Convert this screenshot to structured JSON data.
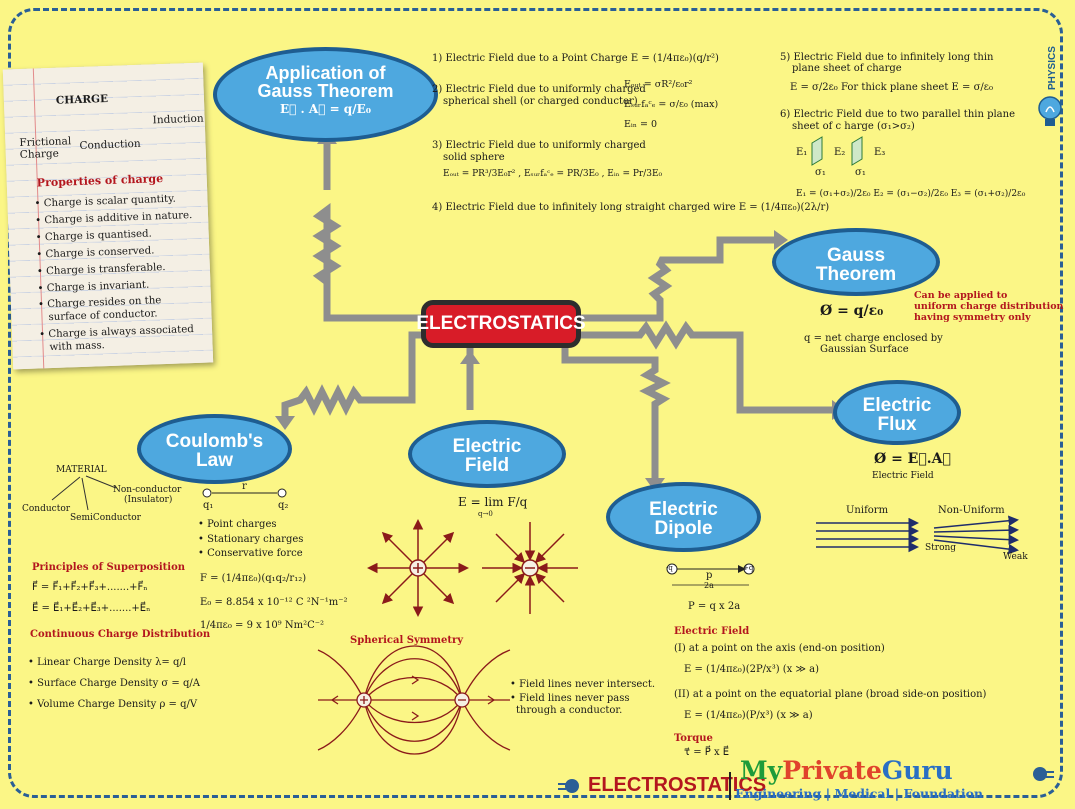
{
  "title": "ELECTROSTATICS",
  "side_label": "PHYSICS",
  "nodes": {
    "gauss_application": {
      "line1": "Application of",
      "line2": "Gauss Theorem",
      "formula": "E⃗ . A⃗ = q/E₀"
    },
    "gauss_theorem": {
      "line1": "Gauss",
      "line2": "Theorem"
    },
    "electric_flux": {
      "line1": "Electric",
      "line2": "Flux"
    },
    "electric_dipole": {
      "line1": "Electric",
      "line2": "Dipole"
    },
    "electric_field": {
      "line1": "Electric",
      "line2": "Field"
    },
    "coulombs_law": {
      "line1": "Coulomb's",
      "line2": "Law"
    }
  },
  "charge_note": {
    "heading": "CHARGE",
    "branches": [
      "Frictional Charge",
      "Conduction",
      "Induction"
    ],
    "properties_title": "Properties of charge",
    "properties": [
      "• Charge is scalar quantity.",
      "• Charge is additive in nature.",
      "• Charge is quantised.",
      "• Charge is conserved.",
      "• Charge is transferable.",
      "• Charge is invariant.",
      "• Charge resides on the",
      "surface of conductor.",
      "• Charge is always associated",
      "with mass."
    ]
  },
  "gauss_applications": [
    "1) Electric Field due to a Point Charge  E = (1/4πε₀)(q/r²)",
    "2) Electric Field due to uniformly charged",
    "spherical shell (or charged conductor)",
    "Eₒᵤₜ = σR²/ε₀r²",
    "Eₛᵤᵣfₐᶜₑ = σ/ε₀ (max)",
    "Eᵢₙ = 0",
    "3) Electric Field due to uniformly charged",
    "solid sphere",
    "Eₒᵤₜ = PR³/3E₀r² , Eₛᵤᵣfₐᶜₑ = PR/3E₀ , Eᵢₙ = Pr/3E₀",
    "4) Electric Field due to infinitely long straight charged wire  E = (1/4πε₀)(2λ/r)",
    "5) Electric Field due to infinitely long thin",
    "plane sheet of charge",
    "E = σ/2ε₀   For thick plane sheet  E = σ/ε₀",
    "6) Electric Field due to two parallel thin plane",
    "sheet of c harge (σ₁>σ₂)",
    "E₁ = (σ₁+σ₂)/2ε₀    E₂ = (σ₁−σ₂)/2ε₀    E₃ = (σ₁+σ₂)/2ε₀"
  ],
  "sheets_labels": [
    "E₁",
    "E₂",
    "E₃",
    "σ₁",
    "σ₁"
  ],
  "gauss": {
    "formula": "Ø = q/ε₀",
    "note": [
      "q = net charge enclosed by",
      "Gaussian Surface"
    ],
    "applicability": [
      "Can be applied to",
      "uniform charge distribution",
      "having symmetry only"
    ]
  },
  "flux": {
    "formula": "Ø = E⃗.A⃗",
    "field_label": "Electric Field",
    "uniform": "Uniform",
    "non_uniform": "Non-Uniform",
    "strong": "Strong",
    "weak": "Weak"
  },
  "dipole": {
    "neg": "-q",
    "pos": "+q",
    "p": "p",
    "len": "2a",
    "moment": "P = q x 2a",
    "field_title": "Electric Field",
    "axis": "(I) at a point on the axis (end-on position)",
    "axis_formula": "E = (1/4πε₀)(2P/x³)   (x ≫ a)",
    "equator": "(II) at a point on the equatorial plane (broad side-on position)",
    "equator_formula": "E = (1/4πε₀)(P/x³)   (x ≫ a)",
    "torque_title": "Torque",
    "torque": "τ⃗ = P⃗ x E⃗"
  },
  "electric_field": {
    "limit": "E = lim F/q",
    "limit_sub": "q→0",
    "symmetry": "Spherical Symmetry",
    "facts": [
      "• Field lines never intersect.",
      "• Field lines never pass",
      "through a conductor."
    ]
  },
  "coulomb": {
    "q1": "q₁",
    "q2": "q₂",
    "r": "r",
    "facts": [
      "• Point charges",
      "• Stationary charges",
      "• Conservative force"
    ],
    "force": "F = (1/4πε₀)(q₁q₂/r₁₂)",
    "eps": "E₀ = 8.854 x 10⁻¹² C ²N⁻¹m⁻²",
    "k": "1/4πε₀ = 9 x 10⁹ Nm²C⁻²"
  },
  "material": {
    "heading": "MATERIAL",
    "conductor": "Conductor",
    "non_conductor": "Non-conductor",
    "insulator": "(Insulator)",
    "semi": "SemiConductor"
  },
  "superposition": {
    "title": "Principles of Superposition",
    "f": "F⃗ = F⃗₁+F⃗₂+F⃗₃+.......+F⃗ₙ",
    "e": "E⃗ = E⃗₁+E⃗₂+E⃗₃+.......+E⃗ₙ"
  },
  "continuous": {
    "title": "Continuous Charge Distribution",
    "items": [
      "• Linear Charge Density  λ= q/l",
      "• Surface Charge Density σ = q/A",
      "• Volume Charge Density ρ = q/V"
    ]
  },
  "footer": {
    "title": "ELECTROSTATICS",
    "brand_my": "My",
    "brand_private": "Private",
    "brand_guru": "Guru",
    "tagline": "Engineering | Medical | Foundation"
  },
  "colors": {
    "background": "#fbf686",
    "bubble": "#4ea8df",
    "bubble_border": "#1e5d91",
    "wire": "#8a8a8a",
    "accent": "#b3161e",
    "field_line": "#8b1a1a"
  }
}
